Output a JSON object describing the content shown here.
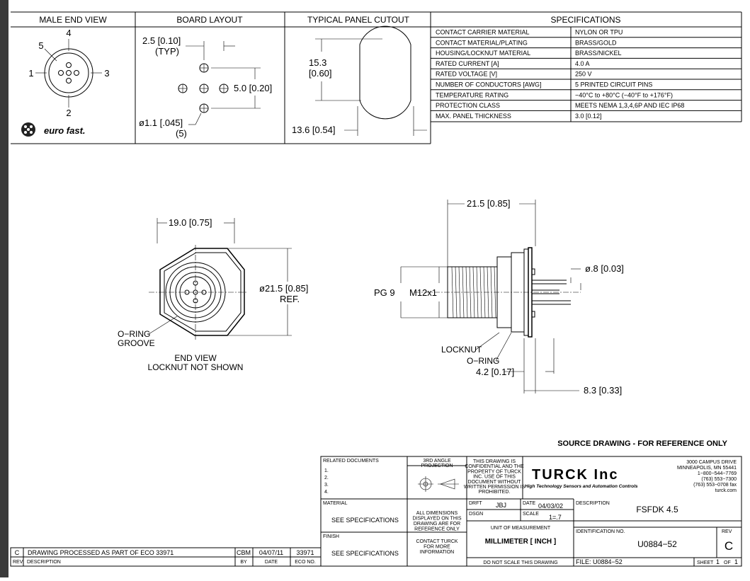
{
  "headers": {
    "male_end_view": "MALE END VIEW",
    "board_layout": "BOARD LAYOUT",
    "panel_cutout": "TYPICAL PANEL CUTOUT",
    "specifications": "SPECIFICATIONS"
  },
  "pin_labels": [
    "4",
    "5",
    "1",
    "3",
    "2"
  ],
  "logo_text": "euro fast.",
  "board_layout": {
    "pitch": "2.5 [0.10]",
    "typ": "(TYP)",
    "spacing": "5.0 [0.20]",
    "hole": "ø1.1 [.045]",
    "hole_count": "(5)"
  },
  "panel_cutout": {
    "height_mm": "15.3",
    "height_in": "[0.60]",
    "width": "13.6 [0.54]"
  },
  "specs": [
    {
      "label": "CONTACT CARRIER MATERIAL",
      "value": "NYLON OR TPU"
    },
    {
      "label": "CONTACT MATERIAL/PLATING",
      "value": "BRASS/GOLD"
    },
    {
      "label": "HOUSING/LOCKNUT MATERIAL",
      "value": "BRASS/NICKEL"
    },
    {
      "label": "RATED CURRENT [A]",
      "value": "4.0 A"
    },
    {
      "label": "RATED VOLTAGE [V]",
      "value": "250 V"
    },
    {
      "label": "NUMBER OF CONDUCTORS [AWG]",
      "value": "5 PRINTED CIRCUIT PINS"
    },
    {
      "label": "TEMPERATURE RATING",
      "value": "−40°C to +80°C (−40°F to +176°F)"
    },
    {
      "label": "PROTECTION CLASS",
      "value": "MEETS NEMA 1,3,4,6P AND IEC IP68"
    },
    {
      "label": "MAX. PANEL THICKNESS",
      "value": "3.0 [0.12]"
    }
  ],
  "end_view": {
    "width": "19.0 [0.75]",
    "diameter": "ø21.5 [0.85]",
    "ref": "REF.",
    "oring1": "O−RING",
    "oring2": "GROOVE",
    "caption1": "END VIEW",
    "caption2": "LOCKNUT NOT SHOWN"
  },
  "side_view": {
    "length": "21.5 [0.85]",
    "pin_dia": "ø.8 [0.03]",
    "pg": "PG 9",
    "thread": "M12x1",
    "locknut": "LOCKNUT",
    "oring": "O−RING",
    "dim_a": "4.2 [0.17]",
    "dim_b": "8.3 [0.33]"
  },
  "source_note": "SOURCE DRAWING - FOR REFERENCE ONLY",
  "title_block": {
    "related_docs": "RELATED DOCUMENTS",
    "related_items": [
      "1.",
      "2.",
      "3.",
      "4."
    ],
    "projection1": "3RD ANGLE",
    "projection2": "PROJECTION",
    "confidential": [
      "THIS DRAWING IS",
      "CONFIDENTIAL AND THE",
      "PROPERTY OF TURCK",
      "INC. USE OF THIS",
      "DOCUMENT WITHOUT",
      "WRITTEN PERMISSION IS",
      "PROHIBITED."
    ],
    "company": "TURCK Inc",
    "tagline": "High Technology Sensors and Automation Controls",
    "address": [
      "3000 CAMPUS DRIVE",
      "MINNEAPOLIS, MN 55441",
      "1−800−544−7769",
      "(763) 553−7300",
      "(763) 553−0708 fax",
      "turck.com"
    ],
    "material_label": "MATERIAL",
    "material_value": "SEE SPECIFICATIONS",
    "finish_label": "FINISH",
    "finish_value": "SEE SPECIFICATIONS",
    "dims_note": [
      "ALL DIMENSIONS",
      "DISPLAYED ON THIS",
      "DRAWING ARE FOR",
      "REFERENCE ONLY"
    ],
    "contact_note": [
      "CONTACT TURCK",
      "FOR MORE",
      "INFORMATION"
    ],
    "drft_label": "DRFT",
    "drft_value": "JBJ",
    "date_label": "DATE",
    "date_value": "04/03/02",
    "dsgn_label": "DSGN",
    "scale_label": "SCALE",
    "scale_value": "1=.7",
    "unit_label": "UNIT OF MEASUREMENT",
    "unit_value": "MILLIMETER [ INCH ]",
    "no_scale": "DO NOT SCALE THIS DRAWING",
    "description_label": "DESCRIPTION",
    "description_value": "FSFDK 4.5",
    "id_label": "IDENTIFICATION NO.",
    "id_value": "U0884−52",
    "rev_label": "REV",
    "rev_value": "C",
    "file_label": "FILE: U0884−52",
    "sheet_label": "SHEET",
    "sheet_value": "1",
    "sheet_of": "OF",
    "sheet_total": "1"
  },
  "revision": {
    "rev": "C",
    "description": "DRAWING PROCESSED AS PART OF ECO 33971",
    "by": "CBM",
    "date": "04/07/11",
    "eco": "33971",
    "hdr_rev": "REV",
    "hdr_desc": "DESCRIPTION",
    "hdr_by": "BY",
    "hdr_date": "DATE",
    "hdr_eco": "ECO NO."
  }
}
